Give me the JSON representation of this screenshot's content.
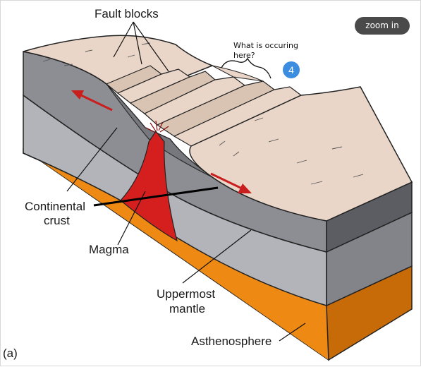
{
  "labels": {
    "fault_blocks": "Fault blocks",
    "continental_crust_line1": "Continental",
    "continental_crust_line2": "crust",
    "magma": "Magma",
    "uppermost_mantle_line1": "Uppermost",
    "uppermost_mantle_line2": "mantle",
    "asthenosphere": "Asthenosphere",
    "figure_tag": "(a)"
  },
  "annotation": {
    "question_line1": "What is occuring",
    "question_line2": "here?",
    "marker_number": "4"
  },
  "controls": {
    "zoom_label": "zoom in"
  },
  "colors": {
    "surface": "#e9d6c8",
    "crust_face": "#8d8e93",
    "crust_side": "#5c5d62",
    "mantle_face": "#b3b4b9",
    "mantle_side": "#838489",
    "asthenosphere_face": "#ee8a13",
    "asthenosphere_side": "#c76b08",
    "magma": "#d51f1f",
    "arrow": "#c81e1e",
    "zoom_button": "#4a4a4a",
    "marker": "#3c8ce0"
  }
}
